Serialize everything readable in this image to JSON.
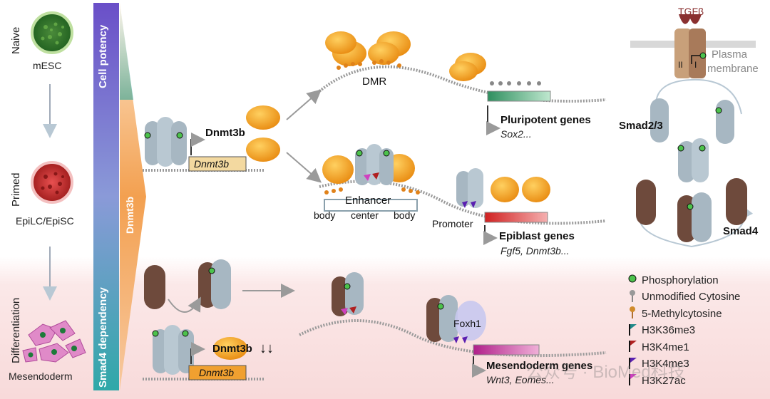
{
  "stages": {
    "naive": "Naive",
    "primed": "Primed",
    "differentiation": "Differentiation"
  },
  "cells": {
    "mesc": "mESC",
    "epilc": "EpiLC/EpiSC",
    "mesendoderm": "Mesendoderm"
  },
  "bars": {
    "cell_potency": "Cell potency",
    "smad4_dependency": "Smad4 dependency",
    "dnmt3b": "Dnmt3b"
  },
  "top_promoter": {
    "protein": "Dnmt3b",
    "gene": "Dnmt3b"
  },
  "bottom_promoter": {
    "protein": "Dnmt3b",
    "gene": "Dnmt3b",
    "arrows": "↓↓"
  },
  "regions": {
    "dmr": "DMR",
    "enhancer": "Enhancer",
    "body_left": "body",
    "center": "center",
    "body_right": "body",
    "promoter": "Promoter",
    "foxh1": "Foxh1"
  },
  "genes": {
    "pluripotent_title": "Pluripotent genes",
    "pluripotent_sub": "Sox2...",
    "epiblast_title": "Epiblast genes",
    "epiblast_sub": "Fgf5, Dnmt3b...",
    "mesendoderm_title": "Mesendoderm genes",
    "mesendoderm_sub": "Wnt3, Eomes..."
  },
  "signaling": {
    "tgfb": "TGFβ",
    "receptor_ii": "II",
    "receptor_i": "I",
    "plasma_membrane_1": "Plasma",
    "plasma_membrane_2": "membrane",
    "smad23": "Smad2/3",
    "smad4": "Smad4"
  },
  "legend": [
    {
      "label": "Phosphorylation",
      "icon": "phospho-dot-icon"
    },
    {
      "label": "Unmodified Cytosine",
      "icon": "grey-lollipop-icon"
    },
    {
      "label": "5-Methylcytosine",
      "icon": "orange-lollipop-icon"
    },
    {
      "label": "H3K36me3",
      "icon": "teal-flag-icon"
    },
    {
      "label": "H3K4me1",
      "icon": "red-flag-icon"
    },
    {
      "label": "H3K4me3",
      "icon": "purple-flag-icon"
    },
    {
      "label": "H3K27ac",
      "icon": "magenta-flag-icon"
    }
  ],
  "watermark": "公众号 · BioMed科技",
  "colors": {
    "dnmt_orange": "#f0a020",
    "smad_grey": "#a7b7c2",
    "smad4_brown": "#6e4a3c",
    "phospho_green": "#4cc24c",
    "h3k36me3": "#1f8a8a",
    "h3k4me1": "#b02020",
    "h3k4me3": "#5a1fb0",
    "h3k27ac": "#d040c0"
  }
}
